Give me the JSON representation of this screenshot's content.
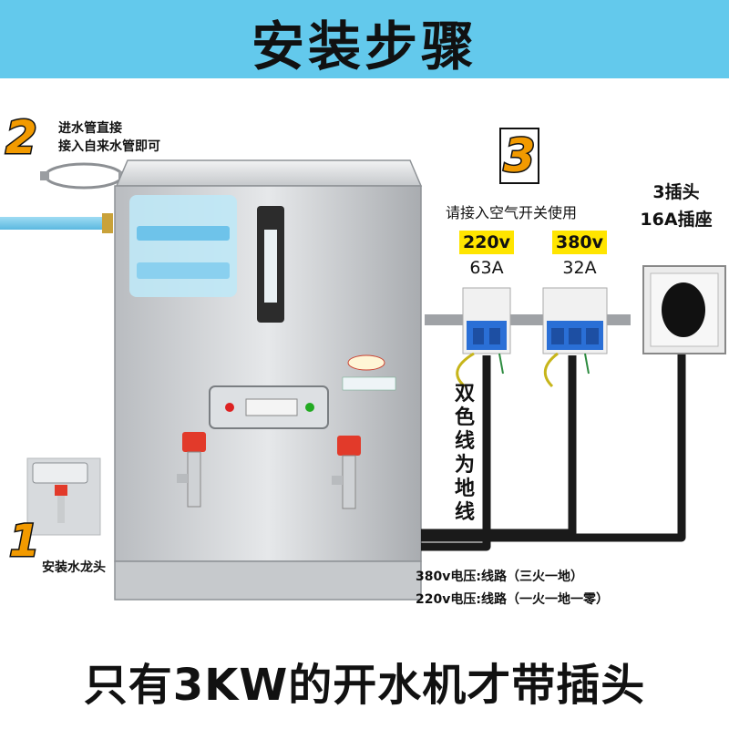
{
  "title": "安装步骤",
  "footer": "只有3KW的开水机才带插头",
  "step2": {
    "number": "2",
    "lines": [
      "进水管直接",
      "接入自来水管即可"
    ]
  },
  "step1": {
    "number": "1",
    "label": "安装水龙头"
  },
  "step3": {
    "number": "3",
    "instruction": "请接入空气开关使用"
  },
  "breakers": [
    {
      "voltage": "220v",
      "current": "63A"
    },
    {
      "voltage": "380v",
      "current": "32A"
    }
  ],
  "socket": {
    "lines": [
      "3插头",
      "16A插座"
    ]
  },
  "ground_wire": "双色线为地线",
  "wiring_specs": [
    "380v电压:线路（三火一地）",
    "220v电压:线路（一火一地一零）"
  ],
  "colors": {
    "banner": "#63c9ec",
    "step_number": "#f29a00",
    "voltage_tag": "#ffe500",
    "breaker": "#2a6fd6"
  }
}
